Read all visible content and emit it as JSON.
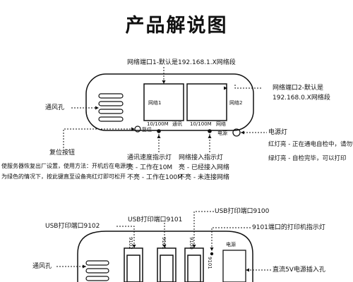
{
  "title": "产品解说图",
  "top": {
    "port1_label": "网络端口1-默认是192.168.1.X网络段",
    "port1_inner": "网络1",
    "port2_label_line1": "网络端口2-默认是",
    "port2_label_line2": "192.168.0.X网络段",
    "port2_inner": "网络2",
    "vent_label": "通风孔",
    "speed_text_1": "10/100M",
    "comm_text": "通讯",
    "speed_text_2": "10/100M",
    "network_text": "网络",
    "reset_text": "复位",
    "power_text": "电源",
    "reset_button_label": "复位按钮",
    "reset_desc_line1": "使服务器恢复出厂设置，使用方法：开机后在电源灯",
    "reset_desc_line2": "为绿色的情况下，按此键直至设备亮红灯即可松开",
    "speed_led_line1": "通讯速度指示灯",
    "speed_led_line2": "亮 - 工作在10M",
    "speed_led_line3": "不亮 - 工作在100M",
    "link_led_line1": "网络接入指示灯",
    "link_led_line2": "亮 - 已经接入网络",
    "link_led_line3": "不亮 - 未连接网络",
    "power_led_line1": "电源灯",
    "power_led_line2": "红灯亮 - 正在通电自检中，请勿等",
    "power_led_line3": "绿灯亮 - 自检完毕，可以打印"
  },
  "bottom": {
    "usb9100_label": "USB打印端口9100",
    "usb9101_label": "USB打印端口9101",
    "usb9102_label": "USB打印端口9102",
    "printer_led_label": "9101端口的打印机指示灯",
    "vent_label": "通风孔",
    "power_jack_label": "直流5V电源插入孔",
    "port_tag_9102": "9102",
    "port_tag_9101": "9101",
    "port_tag_9100": "9100",
    "power_tag": "电源",
    "led_tag": "9101"
  }
}
